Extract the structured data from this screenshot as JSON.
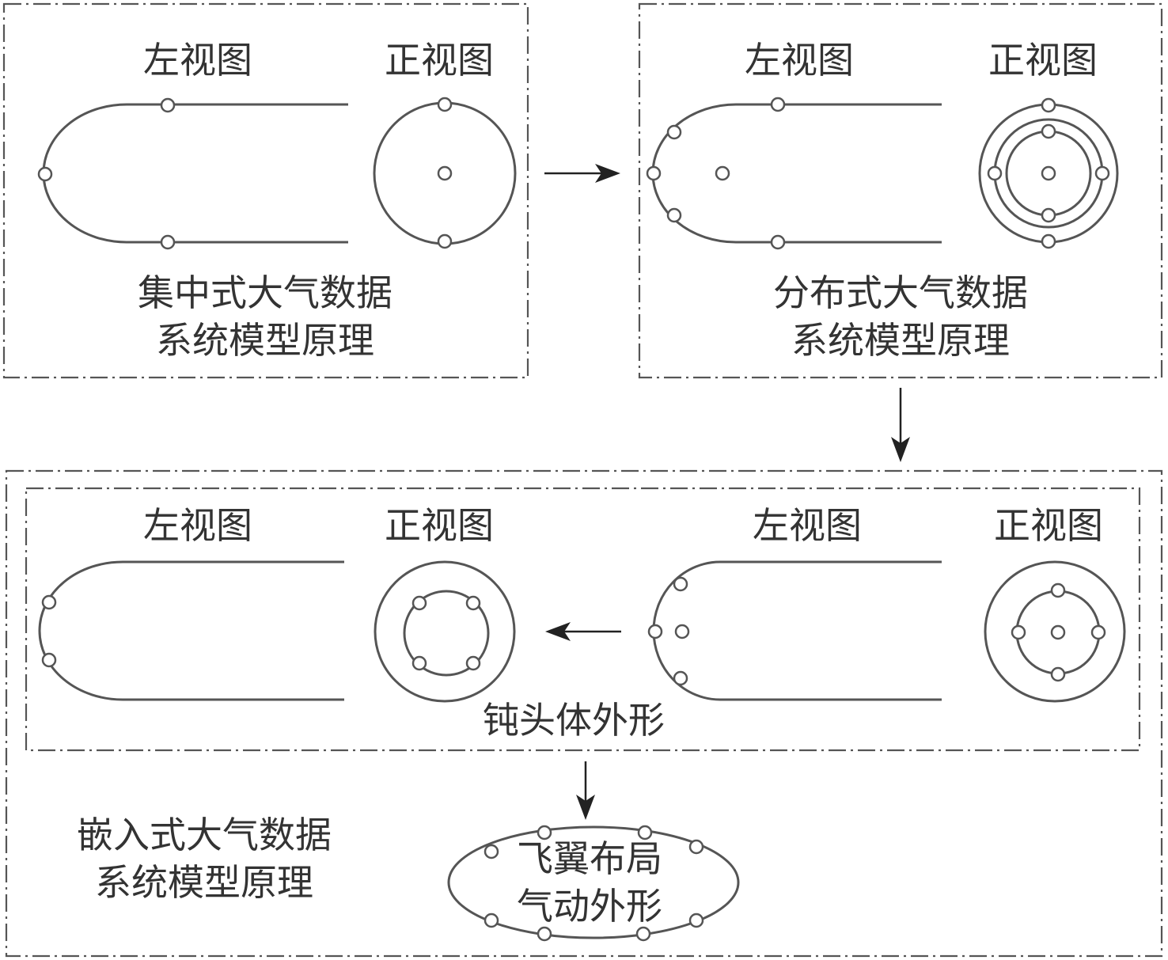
{
  "labels": {
    "left_view": "左视图",
    "front_view": "正视图"
  },
  "centralized": {
    "line1": "集中式大气数据",
    "line2": "系统模型原理"
  },
  "distributed": {
    "line1": "分布式大气数据",
    "line2": "系统模型原理"
  },
  "blunt_body": "钝头体外形",
  "embedded": {
    "line1": "嵌入式大气数据",
    "line2": "系统模型原理"
  },
  "flying_wing": {
    "line1": "飞翼布局",
    "line2": "气动外形"
  }
}
